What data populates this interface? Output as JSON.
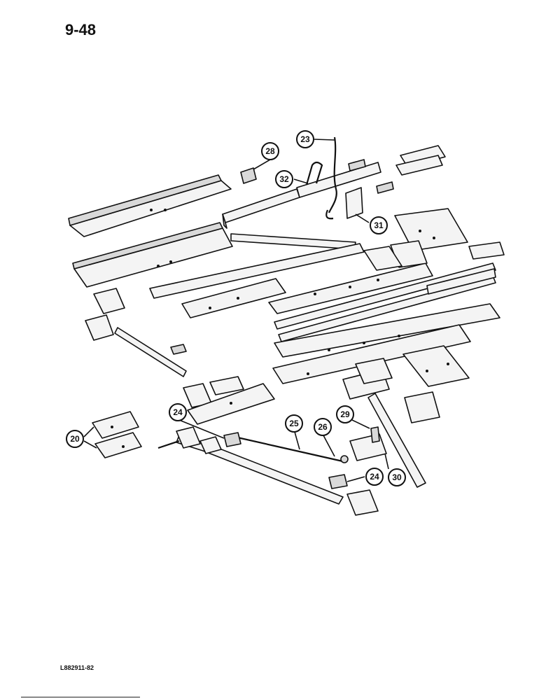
{
  "page": {
    "number": "9-48",
    "drawing_code": "L882911-82"
  },
  "callouts": [
    {
      "id": "callout-20",
      "label": "20"
    },
    {
      "id": "callout-23",
      "label": "23"
    },
    {
      "id": "callout-24a",
      "label": "24"
    },
    {
      "id": "callout-24b",
      "label": "24"
    },
    {
      "id": "callout-25",
      "label": "25"
    },
    {
      "id": "callout-26",
      "label": "26"
    },
    {
      "id": "callout-28",
      "label": "28"
    },
    {
      "id": "callout-29",
      "label": "29"
    },
    {
      "id": "callout-30",
      "label": "30"
    },
    {
      "id": "callout-31",
      "label": "31"
    },
    {
      "id": "callout-32",
      "label": "32"
    }
  ]
}
